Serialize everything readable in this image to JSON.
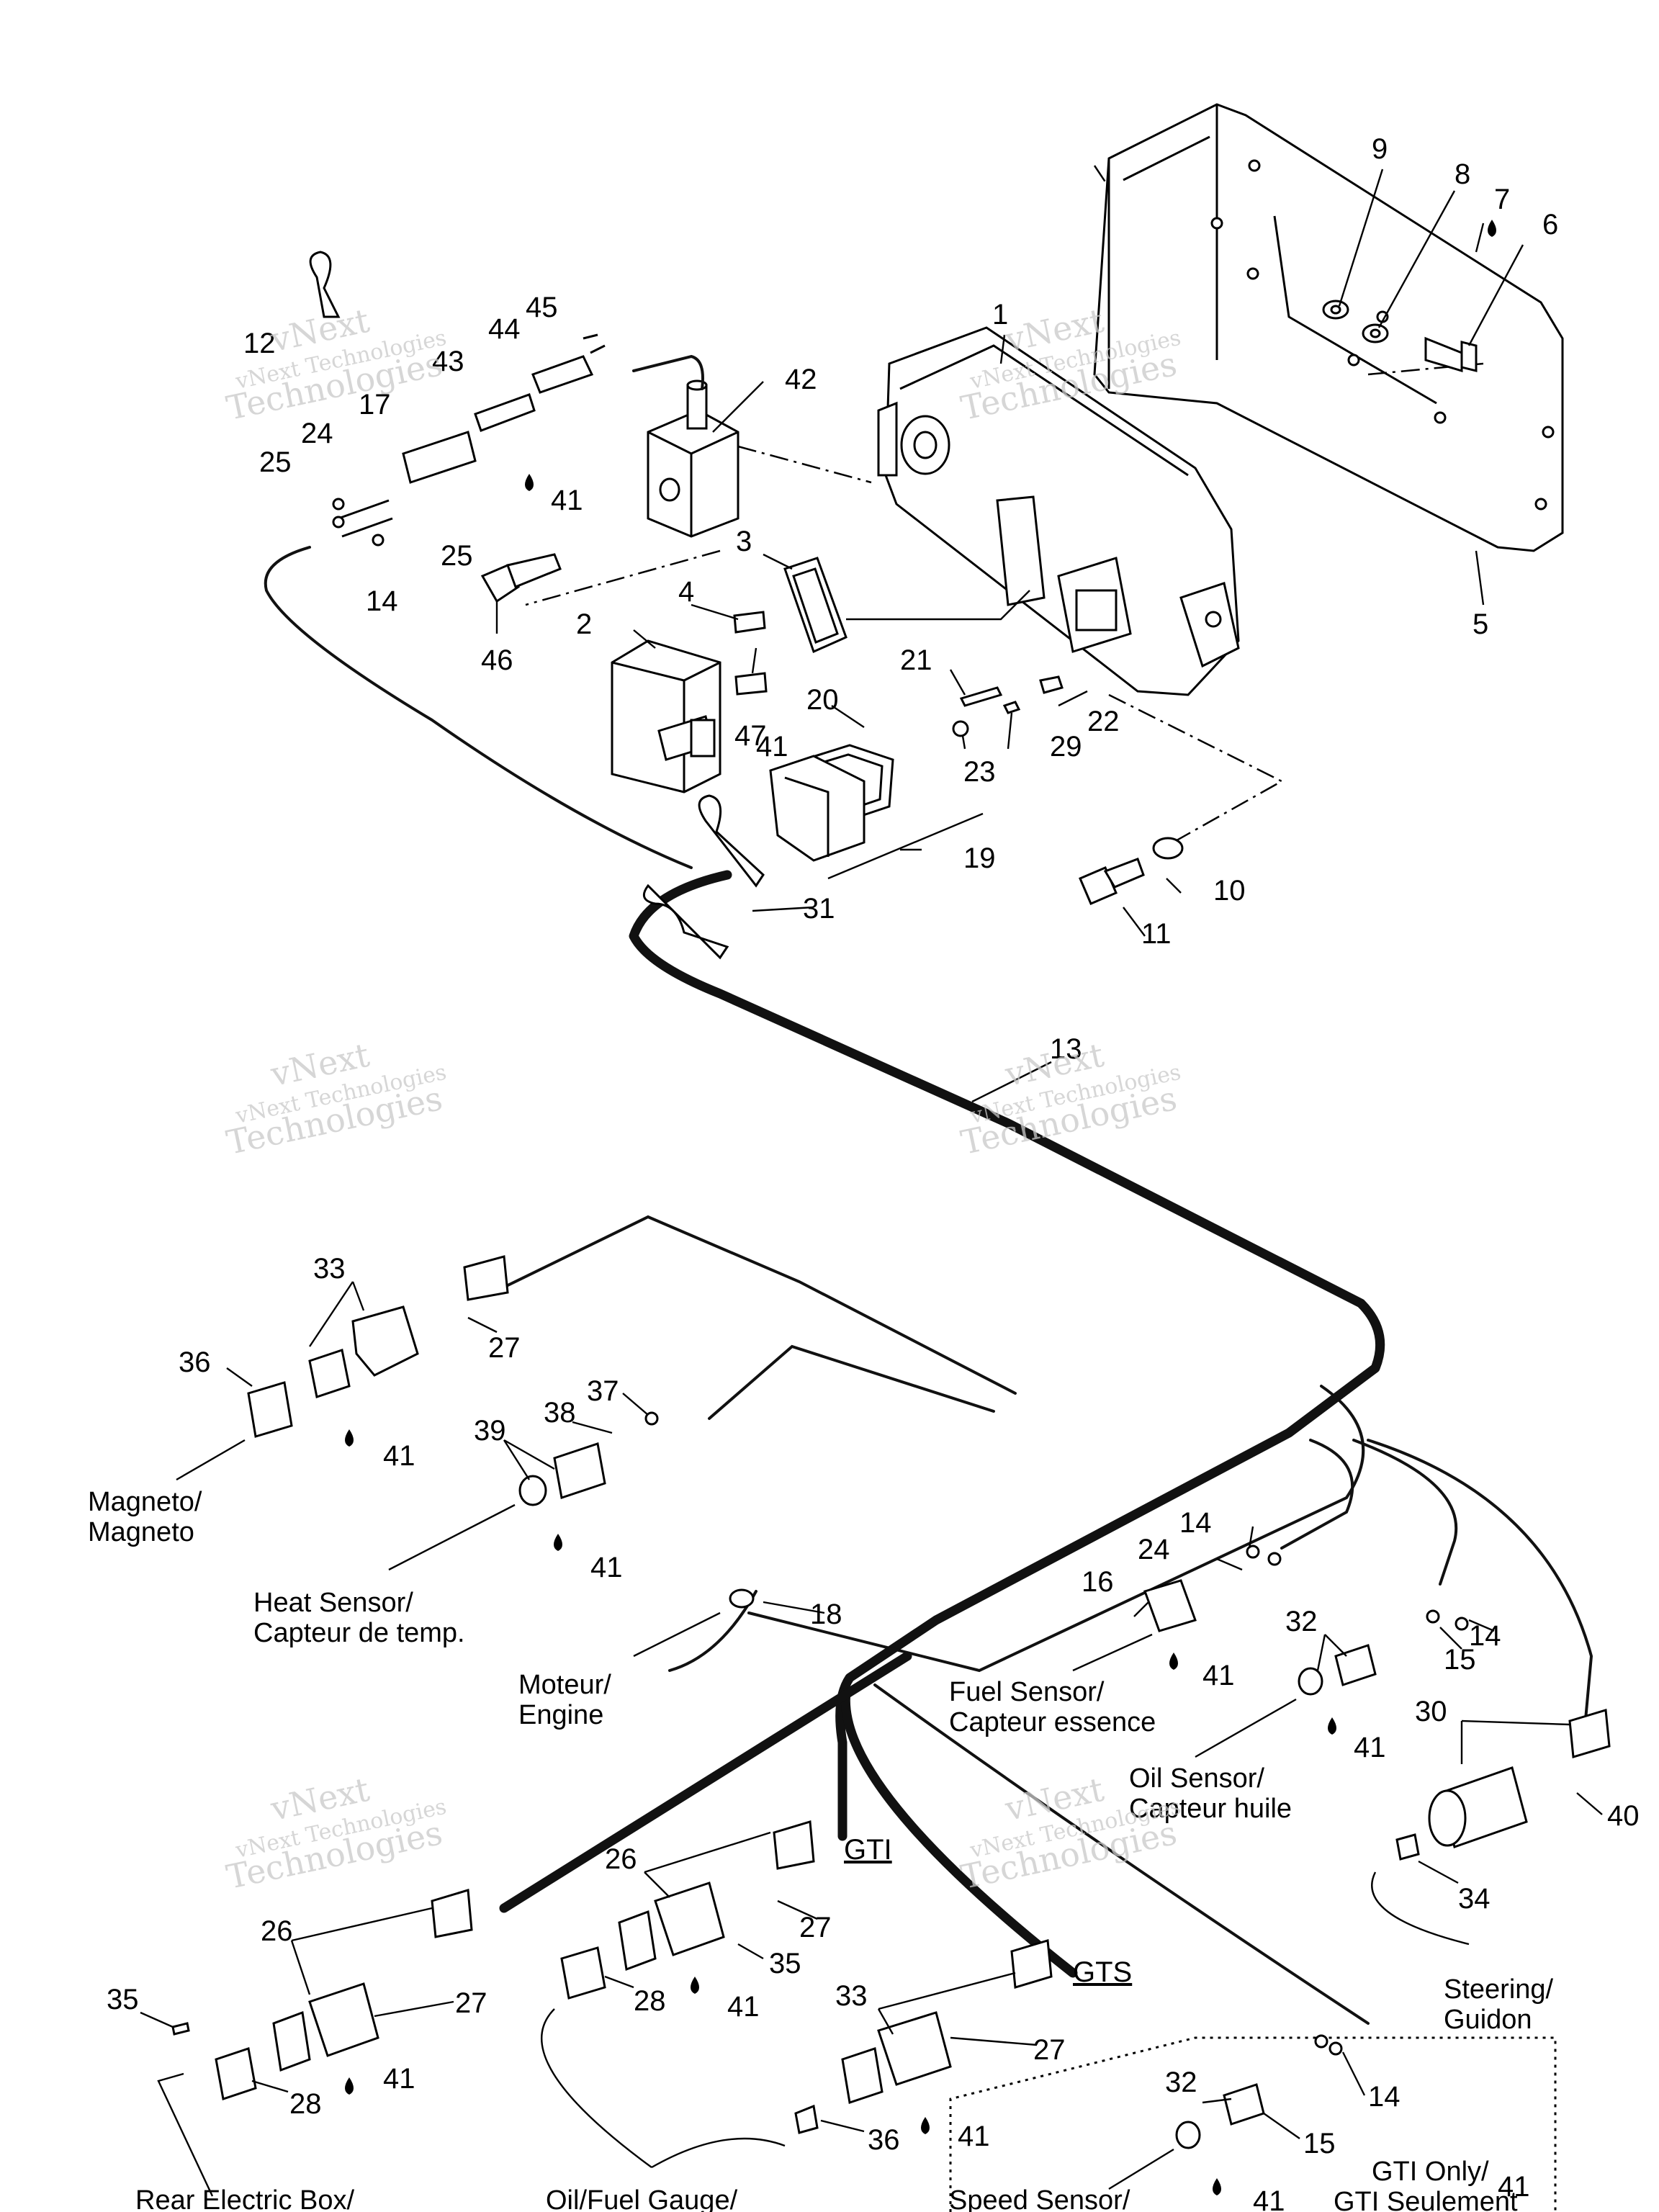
{
  "callouts": [
    "1",
    "2",
    "3",
    "4",
    "5",
    "6",
    "7",
    "8",
    "9",
    "10",
    "11",
    "12",
    "13",
    "14",
    "14",
    "14",
    "14",
    "15",
    "15",
    "16",
    "17",
    "18",
    "19",
    "20",
    "21",
    "22",
    "23",
    "24",
    "24",
    "25",
    "25",
    "26",
    "26",
    "27",
    "27",
    "27",
    "27",
    "28",
    "28",
    "29",
    "30",
    "31",
    "32",
    "32",
    "33",
    "33",
    "34",
    "35",
    "35",
    "36",
    "36",
    "37",
    "38",
    "39",
    "40",
    "41",
    "41",
    "41",
    "41",
    "41",
    "41",
    "41",
    "41",
    "41",
    "41",
    "41",
    "42",
    "43",
    "44",
    "45",
    "46",
    "47"
  ],
  "labels": {
    "magneto": [
      "Magneto/",
      "Magneto"
    ],
    "heat_sensor": [
      "Heat Sensor/",
      "Capteur de temp."
    ],
    "engine": [
      "Moteur/",
      "Engine"
    ],
    "fuel_sensor": [
      "Fuel Sensor/",
      "Capteur essence"
    ],
    "oil_sensor": [
      "Oil Sensor/",
      "Capteur huile"
    ],
    "steering": [
      "Steering/",
      "Guidon"
    ],
    "rear_box": "Rear Electric Box/",
    "gauge": "Oil/Fuel Gauge/",
    "speed_sensor": "Speed Sensor/",
    "gti_only": [
      "GTI Only/",
      "GTI Seulement"
    ]
  },
  "variants": {
    "gti": "GTI",
    "gts": "GTS"
  },
  "watermark": {
    "line1": "vNext",
    "line2": "vNext Technologies",
    "line3": "Technologies"
  }
}
